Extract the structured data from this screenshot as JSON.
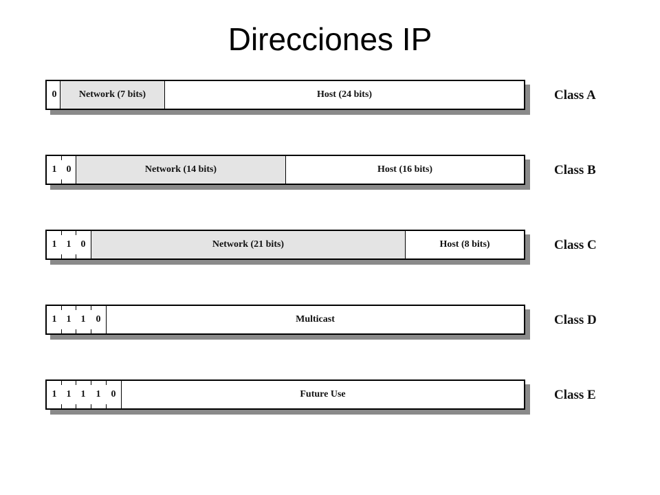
{
  "title": "Direcciones IP",
  "classes": [
    {
      "label": "Class A",
      "prefix_bits": [
        "0"
      ],
      "network": "Network (7 bits)",
      "host": "Host (24 bits)"
    },
    {
      "label": "Class B",
      "prefix_bits": [
        "1",
        "0"
      ],
      "network": "Network (14 bits)",
      "host": "Host (16 bits)"
    },
    {
      "label": "Class C",
      "prefix_bits": [
        "1",
        "1",
        "0"
      ],
      "network": "Network (21 bits)",
      "host": "Host (8 bits)"
    },
    {
      "label": "Class D",
      "prefix_bits": [
        "1",
        "1",
        "1",
        "0"
      ],
      "field": "Multicast"
    },
    {
      "label": "Class E",
      "prefix_bits": [
        "1",
        "1",
        "1",
        "1",
        "0"
      ],
      "field": "Future Use"
    }
  ],
  "colors": {
    "network_fill": "#e4e4e4",
    "shadow": "#8a8a8a"
  }
}
